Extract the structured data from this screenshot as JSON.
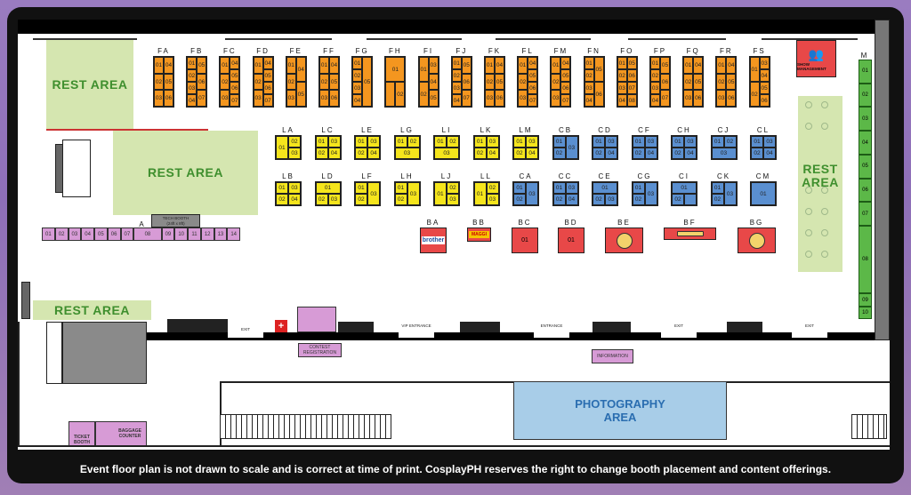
{
  "floor_plan": {
    "rest_areas": [
      "REST AREA",
      "REST AREA",
      "REST AREA",
      "REST AREA"
    ],
    "show_management": "SHOW MANAGEMENT",
    "m_column": {
      "label": "M",
      "cells": [
        "01",
        "02",
        "03",
        "04",
        "05",
        "06",
        "07",
        "08",
        "09",
        "10"
      ]
    },
    "f_row": [
      {
        "label": "FA",
        "cols": [
          [
            "01",
            "02",
            "03"
          ],
          [
            "04",
            "05",
            "06"
          ]
        ]
      },
      {
        "label": "FB",
        "cols": [
          [
            "01",
            "02",
            "03",
            "04"
          ],
          [
            "05",
            "06",
            "07"
          ]
        ]
      },
      {
        "label": "FC",
        "cols": [
          [
            "01",
            "02",
            "03"
          ],
          [
            "04",
            "05",
            "06",
            "07"
          ]
        ]
      },
      {
        "label": "FD",
        "cols": [
          [
            "01",
            "02",
            "03"
          ],
          [
            "04",
            "05",
            "06",
            "07"
          ]
        ]
      },
      {
        "label": "FE",
        "cols": [
          [
            "01",
            "02",
            "03"
          ],
          [
            "04",
            "05"
          ]
        ]
      },
      {
        "label": "FF",
        "cols": [
          [
            "01",
            "02",
            "03"
          ],
          [
            "04",
            "05",
            "06"
          ]
        ]
      },
      {
        "label": "FG",
        "cols": [
          [
            "01",
            "02",
            "03",
            "04"
          ],
          [
            "05"
          ]
        ]
      },
      {
        "label": "FH",
        "rows": [
          [
            "01"
          ],
          [
            " ",
            "02"
          ]
        ]
      },
      {
        "label": "FI",
        "cols": [
          [
            "01",
            "02"
          ],
          [
            "03",
            "04",
            "05"
          ]
        ]
      },
      {
        "label": "FJ",
        "cols": [
          [
            "01",
            "02",
            "03",
            "04"
          ],
          [
            "05",
            "06",
            "07"
          ]
        ]
      },
      {
        "label": "FK",
        "cols": [
          [
            "01",
            "02",
            "03"
          ],
          [
            "04",
            "05",
            "06"
          ]
        ]
      },
      {
        "label": "FL",
        "cols": [
          [
            "01",
            "02",
            "03"
          ],
          [
            "04",
            "05",
            "06",
            "07"
          ]
        ]
      },
      {
        "label": "FM",
        "cols": [
          [
            "01",
            "02",
            "03"
          ],
          [
            "04",
            "05",
            "06",
            "07"
          ]
        ]
      },
      {
        "label": "FN",
        "cols": [
          [
            "01",
            "02",
            "03",
            "04"
          ],
          [
            "05",
            "06"
          ]
        ]
      },
      {
        "label": "FO",
        "cols": [
          [
            "01",
            "02",
            "03",
            "04"
          ],
          [
            "05",
            "06",
            "07",
            "08"
          ]
        ]
      },
      {
        "label": "FP",
        "cols": [
          [
            "01",
            "02",
            "03",
            "04"
          ],
          [
            "05",
            "06",
            "07"
          ]
        ]
      },
      {
        "label": "FQ",
        "cols": [
          [
            "01",
            "02",
            "03"
          ],
          [
            "04",
            "05",
            "06"
          ]
        ]
      },
      {
        "label": "FR",
        "cols": [
          [
            "01",
            "02",
            "03"
          ],
          [
            "04",
            "05",
            "06"
          ]
        ]
      },
      {
        "label": "FS",
        "cols": [
          [
            "01",
            "02"
          ],
          [
            "03",
            "04",
            "05",
            "06"
          ]
        ]
      }
    ],
    "lc_top": [
      {
        "label": "LA",
        "color": "yellow",
        "cols": [
          [
            "01"
          ],
          [
            "02",
            "03"
          ]
        ]
      },
      {
        "label": "LC",
        "color": "yellow",
        "cols": [
          [
            "01",
            "02"
          ],
          [
            "03",
            "04"
          ]
        ]
      },
      {
        "label": "LE",
        "color": "yellow",
        "cols": [
          [
            "01",
            "02"
          ],
          [
            "03",
            "04"
          ]
        ]
      },
      {
        "label": "LG",
        "color": "yellow",
        "rows": [
          [
            "01",
            "02"
          ],
          [
            "03"
          ]
        ]
      },
      {
        "label": "LI",
        "color": "yellow",
        "rows": [
          [
            "01",
            "02"
          ],
          [
            "03"
          ]
        ]
      },
      {
        "label": "LK",
        "color": "yellow",
        "cols": [
          [
            "01",
            "02"
          ],
          [
            "03",
            "04"
          ]
        ]
      },
      {
        "label": "LM",
        "color": "yellow",
        "cols": [
          [
            "01",
            "02"
          ],
          [
            "03",
            "04"
          ]
        ]
      },
      {
        "label": "CB",
        "color": "blue",
        "cols": [
          [
            "01",
            "02"
          ],
          [
            "03"
          ]
        ]
      },
      {
        "label": "CD",
        "color": "blue",
        "cols": [
          [
            "01",
            "02"
          ],
          [
            "03",
            "04"
          ]
        ]
      },
      {
        "label": "CF",
        "color": "blue",
        "cols": [
          [
            "01",
            "02"
          ],
          [
            "03",
            "04"
          ]
        ]
      },
      {
        "label": "CH",
        "color": "blue",
        "cols": [
          [
            "01",
            "02"
          ],
          [
            "03",
            "04"
          ]
        ]
      },
      {
        "label": "CJ",
        "color": "blue",
        "rows": [
          [
            "01",
            "02"
          ],
          [
            "03"
          ]
        ]
      },
      {
        "label": "CL",
        "color": "blue",
        "cols": [
          [
            "01",
            "02"
          ],
          [
            "03",
            "04"
          ]
        ]
      }
    ],
    "lc_bottom": [
      {
        "label": "LB",
        "color": "yellow",
        "cols": [
          [
            "01",
            "02"
          ],
          [
            "03",
            "04"
          ]
        ]
      },
      {
        "label": "LD",
        "color": "yellow",
        "rows": [
          [
            "01"
          ],
          [
            "02",
            "03"
          ]
        ]
      },
      {
        "label": "LF",
        "color": "yellow",
        "cols": [
          [
            "01",
            "02"
          ],
          [
            "03"
          ]
        ]
      },
      {
        "label": "LH",
        "color": "yellow",
        "cols": [
          [
            "01",
            "02"
          ],
          [
            "03"
          ]
        ]
      },
      {
        "label": "LJ",
        "color": "yellow",
        "cols": [
          [
            "01"
          ],
          [
            "02",
            "03"
          ]
        ]
      },
      {
        "label": "LL",
        "color": "yellow",
        "cols": [
          [
            "01"
          ],
          [
            "02",
            "03"
          ]
        ]
      },
      {
        "label": "CA",
        "color": "blue",
        "cols": [
          [
            "01",
            "02"
          ],
          [
            "03"
          ]
        ]
      },
      {
        "label": "CC",
        "color": "blue",
        "cols": [
          [
            "01",
            "02"
          ],
          [
            "03",
            "04"
          ]
        ]
      },
      {
        "label": "CE",
        "color": "blue",
        "rows": [
          [
            "01"
          ],
          [
            "02",
            "03"
          ]
        ]
      },
      {
        "label": "CG",
        "color": "blue",
        "cols": [
          [
            "01",
            "02"
          ],
          [
            "03"
          ]
        ]
      },
      {
        "label": "CI",
        "color": "blue",
        "rows": [
          [
            "01"
          ],
          [
            "02",
            " "
          ]
        ]
      },
      {
        "label": "CK",
        "color": "blue",
        "cols": [
          [
            "01",
            "02"
          ],
          [
            "03"
          ]
        ]
      },
      {
        "label": "CM",
        "color": "blue",
        "rows": [
          [
            "01"
          ]
        ]
      }
    ],
    "b_row": [
      {
        "label": "BA",
        "content": "brother"
      },
      {
        "label": "BB",
        "content": "MAGGI"
      },
      {
        "label": "BC",
        "content": "01"
      },
      {
        "label": "BD",
        "content": "01"
      },
      {
        "label": "BE",
        "content": ""
      },
      {
        "label": "BF",
        "content": ""
      },
      {
        "label": "BG",
        "content": ""
      }
    ],
    "a_row": {
      "label": "A",
      "cells": [
        "01",
        "02",
        "03",
        "04",
        "05",
        "06",
        "07",
        "08",
        "09",
        "10",
        "11",
        "12",
        "13",
        "14"
      ]
    },
    "tech_booth": [
      "TECH BOOTH",
      "(24ft x 8ft)"
    ],
    "exits": [
      "EXIT",
      "VIP ENTRANCE",
      "ENTRANCE",
      "EXIT",
      "EXIT"
    ],
    "contest_registration": "CONTEST REGISTRATION",
    "information": "INFORMATION",
    "photography_area": "PHOTOGRAPHY AREA",
    "ticket_booth": "TICKET BOOTH",
    "baggage_counter": "BAGGAGE COUNTER"
  },
  "footer": "Event floor plan is not drawn to scale and is correct at time of print. CosplayPH reserves the right to change booth placement and content offerings."
}
